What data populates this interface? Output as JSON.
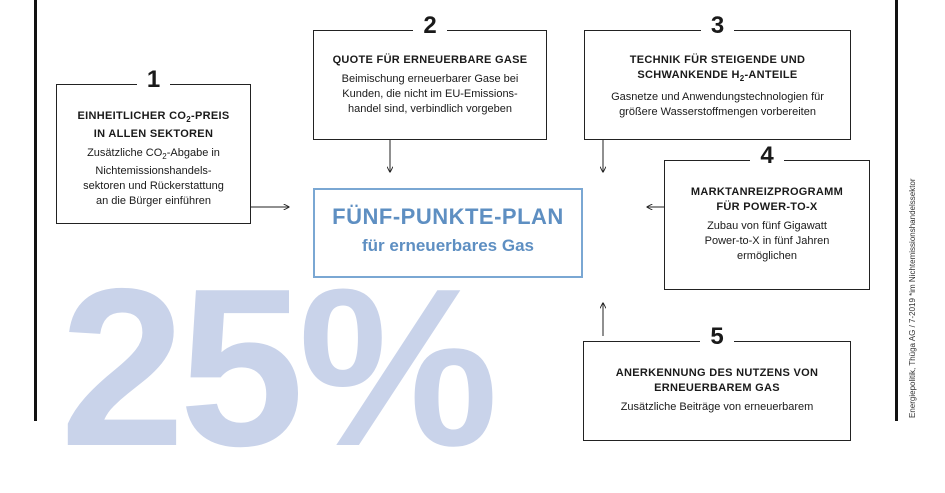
{
  "big_number": "25%",
  "center": {
    "title": "FÜNF-PUNKTE-PLAN",
    "subtitle": "für erneuerbares Gas"
  },
  "boxes": [
    {
      "num": "1",
      "title_line1": "EINHEITLICHER CO",
      "title_sub": "2",
      "title_line1_end": "-PREIS",
      "title_line2": "IN ALLEN SEKTOREN",
      "desc_line1_pre": "Zusätzliche CO",
      "desc_sub": "2",
      "desc_line1_post": "-Abgabe in",
      "desc_rest": "Nichtemissionshandels-\nsektoren und Rückerstattung\nan die Bürger einführen"
    },
    {
      "num": "2",
      "title": "QUOTE FÜR ERNEUERBARE GASE",
      "desc": "Beimischung erneuerbarer Gase bei\nKunden, die nicht im EU-Emissions-\nhandel sind, verbindlich vorgeben"
    },
    {
      "num": "3",
      "title_line1": "TECHNIK FÜR STEIGENDE UND",
      "title_line2_pre": "SCHWANKENDE H",
      "title_sub": "2",
      "title_line2_post": "-ANTEILE",
      "desc": "Gasnetze und Anwendungstechnologien für\ngrößere Wasserstoffmengen vorbereiten"
    },
    {
      "num": "4",
      "title": "MARKTANREIZPROGRAMM\nFÜR POWER-TO-X",
      "desc": "Zubau von fünf Gigawatt\nPower-to-X in fünf Jahren\nermöglichen"
    },
    {
      "num": "5",
      "title": "ANERKENNUNG DES NUTZENS VON\nERNEUERBAREM GAS",
      "desc": "Zusätzliche Beiträge von erneuerbarem"
    }
  ],
  "side_note": "Energiepolitik, Thüga AG / 7-2019      *im Nichtemissionshandelssektor"
}
